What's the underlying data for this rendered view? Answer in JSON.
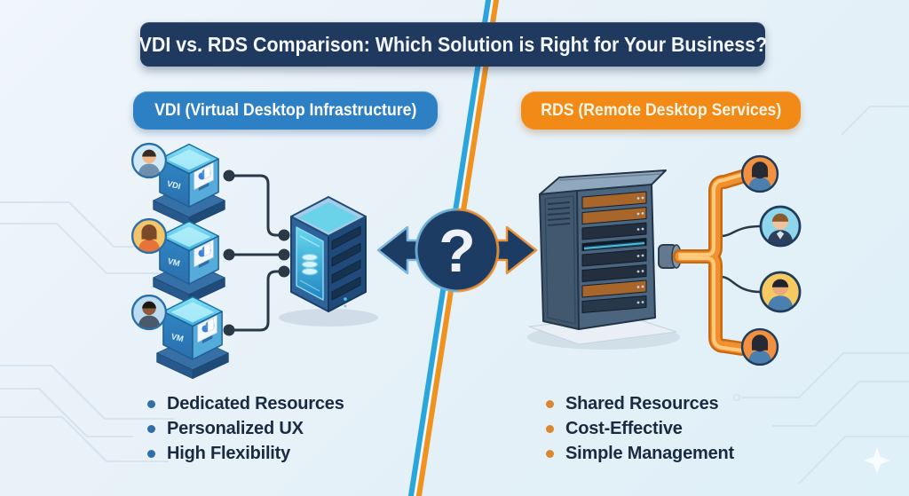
{
  "title": "VDI vs. RDS Comparison: Which Solution is Right for Your Business?",
  "vdi": {
    "header": "VDI (Virtual Desktop Infrastructure)",
    "cube_labels": [
      "VDI",
      "VM",
      "VM"
    ],
    "bullets": [
      "Dedicated Resources",
      "Personalized UX",
      "High Flexibility"
    ]
  },
  "rds": {
    "header": "RDS (Remote Desktop Services)",
    "bullets": [
      "Shared Resources",
      "Cost-Effective",
      "Simple Management"
    ]
  },
  "center": {
    "question_mark": "?"
  },
  "colors": {
    "title_bg": "#20395f",
    "vdi_accent": "#2d80c4",
    "rds_accent": "#f18a16",
    "divider_blue": "#2aa6dc",
    "divider_orange": "#f0921e",
    "bullet_text": "#1a2a40"
  }
}
